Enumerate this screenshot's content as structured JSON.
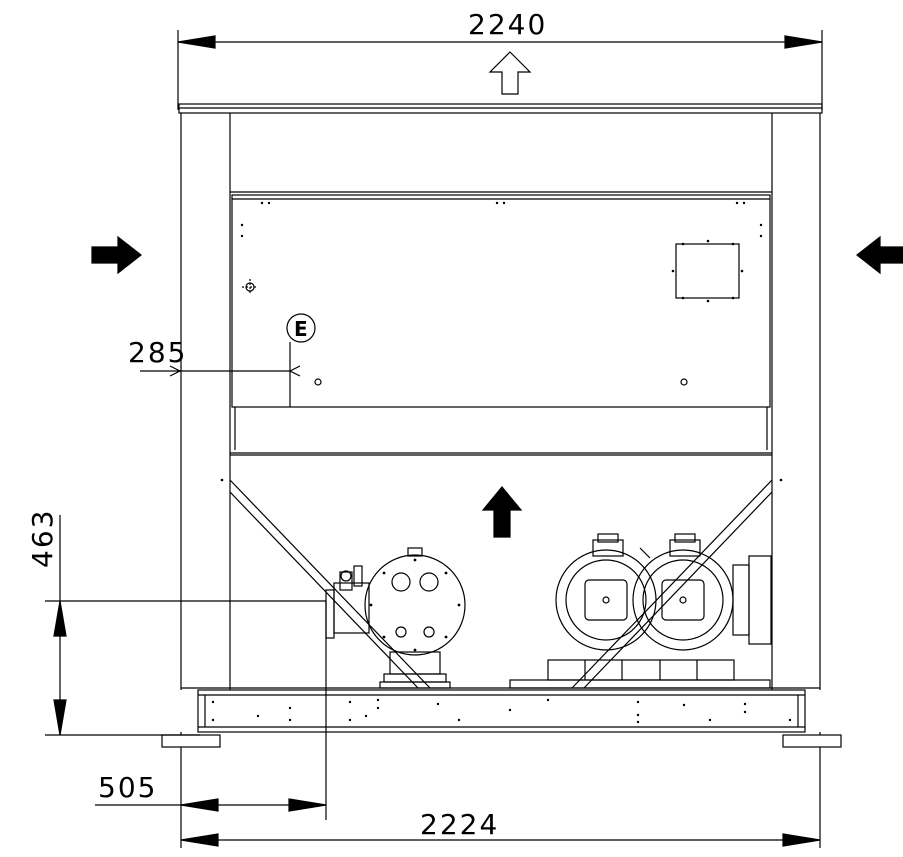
{
  "dimensions": {
    "overall_width_top": "2240",
    "overall_width_bottom": "2224",
    "left_offset_top": "285",
    "height_left": "463",
    "left_offset_bottom": "505"
  },
  "markers": {
    "connection_label": "E"
  },
  "icons": {
    "airflow_up_outline": "outline-up-arrow-icon",
    "airflow_in_left": "solid-right-arrow-icon",
    "airflow_in_right": "solid-left-arrow-icon",
    "airflow_up_solid": "solid-up-arrow-icon"
  },
  "colors": {
    "line": "#000000",
    "background": "#ffffff"
  }
}
